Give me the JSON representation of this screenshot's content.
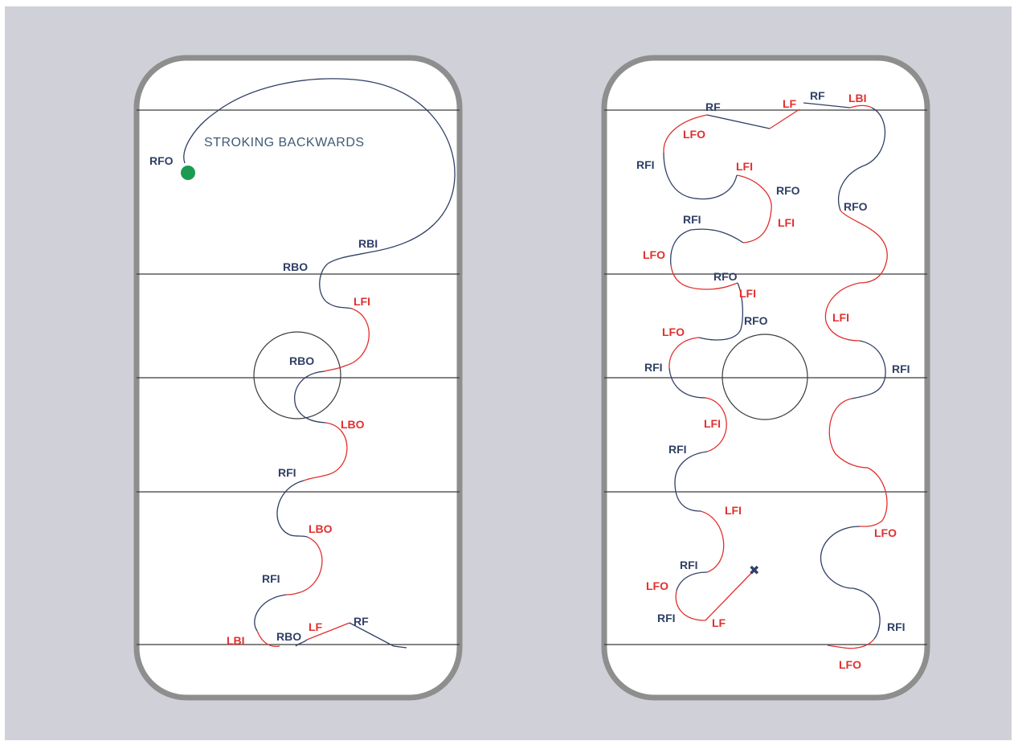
{
  "colors": {
    "background": "#d0d0d8",
    "rink_fill": "#ffffff",
    "rink_border": "#8e8e8e",
    "blue_trace": "#2f3f66",
    "red_trace": "#e0302e",
    "start_dot": "#1c9a52",
    "title_text": "#3d5a73"
  },
  "left_rink": {
    "title": "STROKING BACKWARDS",
    "labels": {
      "rfo": "RFO",
      "rbi": "RBI",
      "rbo1": "RBO",
      "lfi": "LFI",
      "rbo2": "RBO",
      "lbo1": "LBO",
      "rfi1": "RFI",
      "lbo2": "LBO",
      "rfi2": "RFI",
      "lbi": "LBI",
      "rbo3": "RBO",
      "lf": "LF",
      "rf": "RF"
    }
  },
  "right_rink": {
    "labels": {
      "rf1": "RF",
      "lf1": "LF",
      "rf2": "RF",
      "lbi": "LBI",
      "lfo1": "LFO",
      "rfi1": "RFI",
      "lfi1": "LFI",
      "rfo1": "RFO",
      "rfo2": "RFO",
      "rfi2": "RFI",
      "lfi2": "LFI",
      "lfo2": "LFO",
      "rfo3": "RFO",
      "lfi3": "LFI",
      "lfi4": "LFI",
      "lfo3": "LFO",
      "rfo4": "RFO",
      "rfi3": "RFI",
      "rfi4": "RFI",
      "lfi5": "LFI",
      "rfi5": "RFI",
      "lfi6": "LFI",
      "lfo4": "LFO",
      "rfi6": "RFI",
      "lfo5": "LFO",
      "rfi7": "RFI",
      "lf2": "LF",
      "rfi8": "RFI",
      "lfo6": "LFO"
    }
  }
}
